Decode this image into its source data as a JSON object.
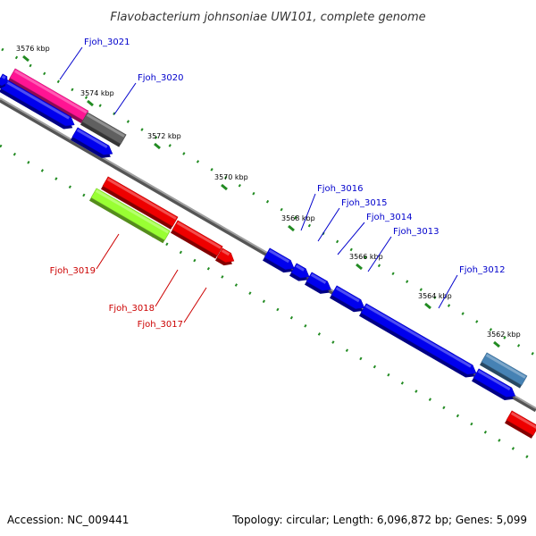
{
  "title": "Flavobacterium johnsoniae UW101, complete genome",
  "footer": {
    "accession": "Accession: NC_009441",
    "summary": "Topology: circular; Length: 6,096,872 bp; Genes: 5,099"
  },
  "colors": {
    "forward_gene": "#0000ee",
    "reverse_gene": "#ee0000",
    "label_forward": "#0000cc",
    "label_reverse": "#cc0000",
    "backbone": "#808080",
    "tick": "#228b22",
    "magenta_gene": "#ff1493",
    "gray_gene": "#606060",
    "yellow_green_gene": "#99ff33",
    "steel_gene": "#4682b4"
  },
  "kbp_labels": [
    "3576 kbp",
    "3574 kbp",
    "3572 kbp",
    "3570 kbp",
    "3568 kbp",
    "3566 kbp",
    "3564 kbp",
    "3562 kbp"
  ],
  "gene_labels": [
    {
      "text": "Fjoh_3021",
      "strand": "forward"
    },
    {
      "text": "Fjoh_3020",
      "strand": "forward"
    },
    {
      "text": "Fjoh_3016",
      "strand": "forward"
    },
    {
      "text": "Fjoh_3015",
      "strand": "forward"
    },
    {
      "text": "Fjoh_3014",
      "strand": "forward"
    },
    {
      "text": "Fjoh_3013",
      "strand": "forward"
    },
    {
      "text": "Fjoh_3012",
      "strand": "forward"
    },
    {
      "text": "Fjoh_3019",
      "strand": "reverse"
    },
    {
      "text": "Fjoh_3018",
      "strand": "reverse"
    },
    {
      "text": "Fjoh_3017",
      "strand": "reverse"
    }
  ]
}
